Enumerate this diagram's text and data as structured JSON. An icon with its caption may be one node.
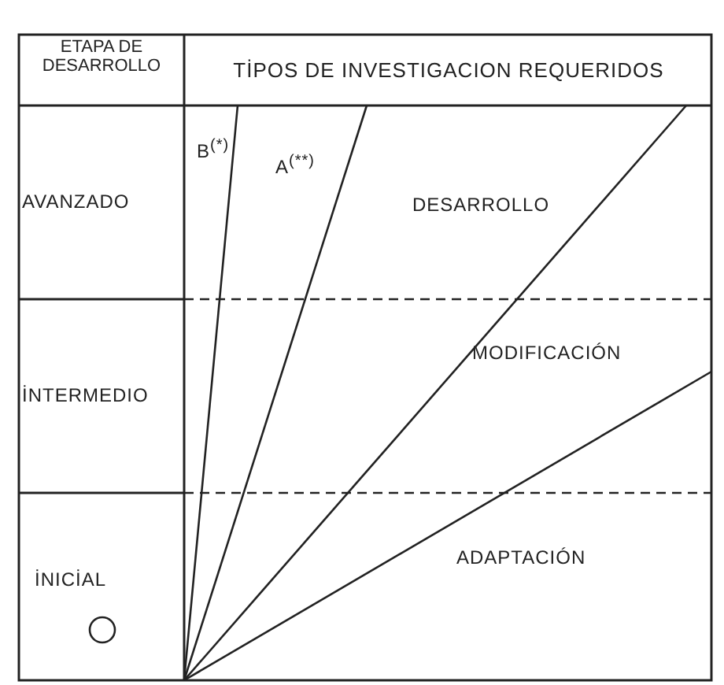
{
  "diagram": {
    "labels": [
      "ETAPA DE DESARROLLO",
      "TİPOS DE INVESTIGACION REQUERIDOS",
      "B$^{(*)}$",
      "A$^{(**)}$",
      "AVANZADO",
      "DESARROLLO",
      "İNTERMEDIO",
      "MODIFICACIÓN",
      "İNICİAL",
      "ADAPTACIÓN"
    ]
  }
}
